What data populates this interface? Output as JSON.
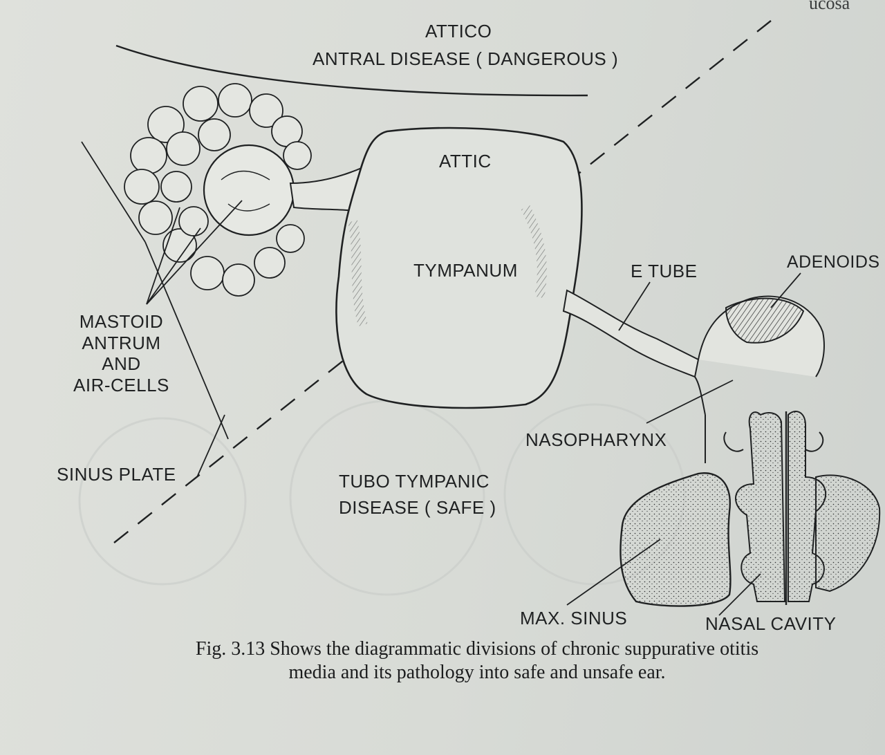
{
  "top_fragment": "ucosa",
  "labels": {
    "attico_line1": "ATTICO",
    "attico_line2": "ANTRAL DISEASE ( DANGEROUS )",
    "attic": "ATTIC",
    "tympanum": "TYMPANUM",
    "e_tube": "E TUBE",
    "adenoids": "ADENOIDS",
    "mastoid": "MASTOID\nANTRUM\nAND\nAIR-CELLS",
    "nasopharynx": "NASOPHARYNX",
    "sinus_plate": "SINUS PLATE",
    "tubo_line1": "TUBO TYMPANIC",
    "tubo_line2": "DISEASE ( SAFE )",
    "max_sinus": "MAX. SINUS",
    "nasal_cavity": "NASAL CAVITY"
  },
  "caption": {
    "line1": "Fig. 3.13 Shows the diagrammatic divisions of chronic suppurative otitis",
    "line2": "media and its pathology into safe and unsafe ear."
  },
  "colors": {
    "ink": "#1f2122",
    "paper": "#dadcd8"
  }
}
